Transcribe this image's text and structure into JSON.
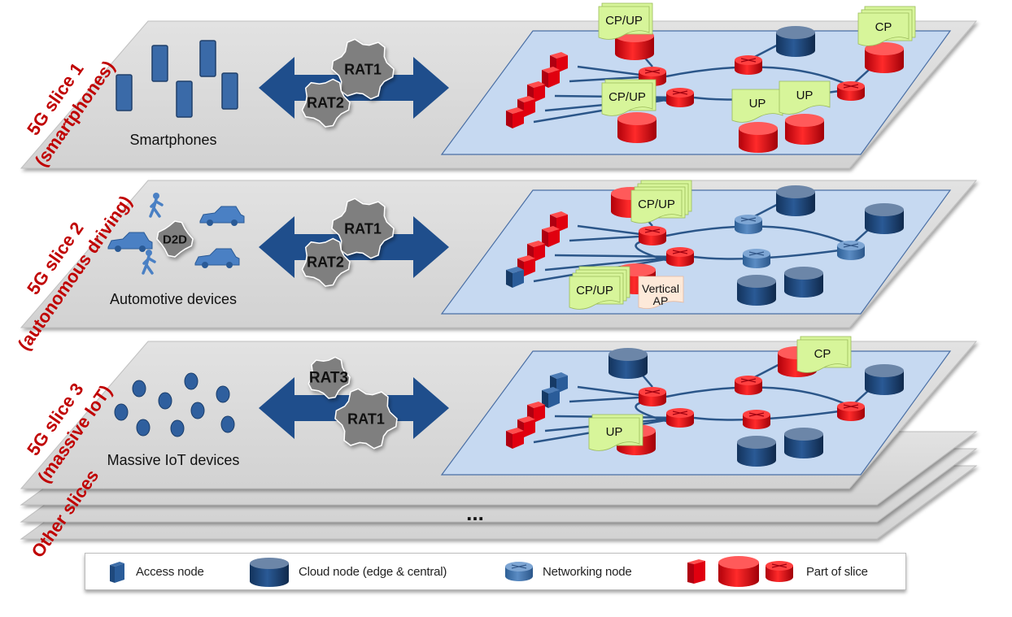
{
  "slices": [
    {
      "title_line1": "5G slice 1",
      "title_line2": "(smartphones)",
      "device_label": "Smartphones",
      "device_type": "smartphone",
      "rats": [
        "RAT1",
        "RAT2"
      ],
      "nf_labels": [
        "CP/UP",
        "CP/UP",
        "UP",
        "UP",
        "CP"
      ]
    },
    {
      "title_line1": "5G slice 2",
      "title_line2": "(autonomous driving)",
      "device_label": "Automotive devices",
      "device_type": "car-pedestrian",
      "d2d_label": "D2D",
      "rats": [
        "RAT1",
        "RAT2"
      ],
      "nf_labels": [
        "CP/UP",
        "CP/UP"
      ],
      "vertical_ap_line1": "Vertical",
      "vertical_ap_line2": "AP"
    },
    {
      "title_line1": "5G slice 3",
      "title_line2": "(massive IoT)",
      "device_label": "Massive IoT devices",
      "device_type": "iot-sensor",
      "rats": [
        "RAT3",
        "RAT1"
      ],
      "nf_labels": [
        "UP",
        "CP"
      ]
    }
  ],
  "other_slices": {
    "label": "Other slices",
    "ellipsis": "..."
  },
  "legend": {
    "access_node": "Access node",
    "cloud_node": "Cloud node (edge & central)",
    "networking_node": "Networking node",
    "part_of_slice": "Part of slice"
  },
  "colors": {
    "slice_title": "#c00000",
    "layer_gray": "#d9d9d9",
    "network_plane": "#c6d9f1",
    "node_blue": "#1f497d",
    "node_red": "#e0000f",
    "arrow_blue": "#1f4e8c",
    "gear_gray": "#808080",
    "nf_green": "#d7f59a",
    "vertical_ap_peach": "#fde9d9"
  }
}
